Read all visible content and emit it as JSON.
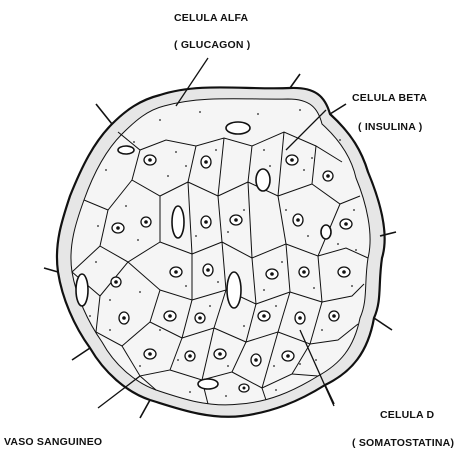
{
  "labels": {
    "alfa_name": "CELULA ALFA",
    "alfa_hormone": "( GLUCAGON )",
    "beta_name": "CELULA BETA",
    "beta_hormone": "( INSULINA )",
    "d_name": "CELULA D",
    "d_hormone": "( SOMATOSTATINA)",
    "vessel_name": "VASO SANGUINEO"
  },
  "colors": {
    "ink": "#111111",
    "paper": "#ffffff",
    "capsule_fill": "#e4e4e4",
    "cytoplasm": "#f4f4f4",
    "vessel_lumen": "#ffffff"
  }
}
